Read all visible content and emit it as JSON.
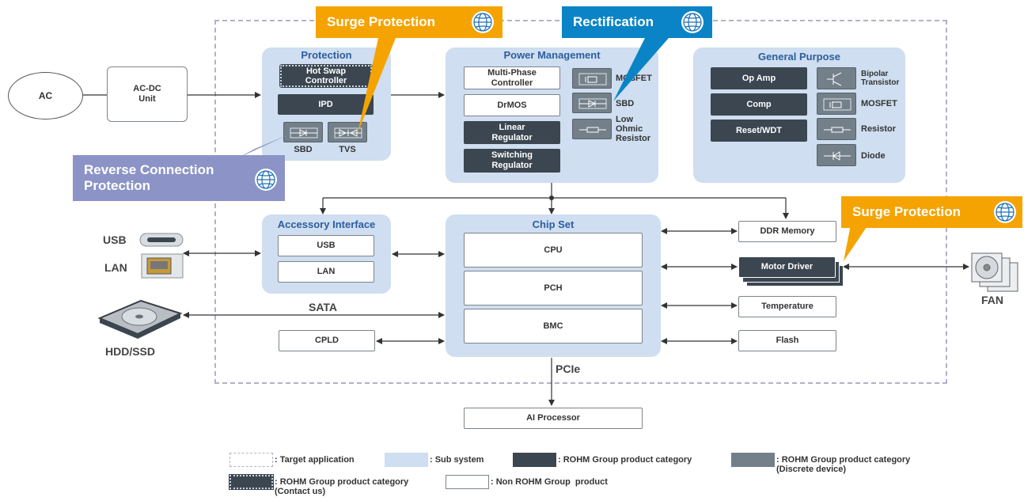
{
  "external": {
    "ac": "AC",
    "acdc": "AC-DC\nUnit",
    "usb": "USB",
    "lan": "LAN",
    "hdd": "HDD/SSD",
    "fan": "FAN",
    "sata": "SATA",
    "pcie": "PCIe"
  },
  "protection": {
    "title": "Protection",
    "hot_swap": "Hot Swap\nController",
    "ipd": "IPD",
    "sbd": "SBD",
    "tvs": "TVS"
  },
  "power": {
    "title": "Power Management",
    "multiphase": "Multi-Phase\nController",
    "drmos": "DrMOS",
    "linear": "Linear\nRegulator",
    "switching": "Switching\nRegulator",
    "mosfet": "MOSFET",
    "sbd": "SBD",
    "resistor": "Low\nOhmic\nResistor"
  },
  "general": {
    "title": "General Purpose",
    "opamp": "Op Amp",
    "comp": "Comp",
    "reset": "Reset/WDT",
    "bipolar": "Bipolar\nTransistor",
    "mosfet": "MOSFET",
    "resistor": "Resistor",
    "diode": "Diode"
  },
  "accessory": {
    "title": "Accessory Interface",
    "usb": "USB",
    "lan": "LAN"
  },
  "chipset": {
    "title": "Chip Set",
    "cpu": "CPU",
    "pch": "PCH",
    "bmc": "BMC"
  },
  "peripherals": {
    "ddr": "DDR Memory",
    "motor": "Motor Driver",
    "temperature": "Temperature",
    "flash": "Flash",
    "cpld": "CPLD",
    "ai": "AI Processor"
  },
  "callouts": {
    "surge1": "Surge Protection",
    "rect": "Rectification",
    "reverse": "Reverse Connection\nProtection",
    "surge2": "Surge Protection"
  },
  "legend": {
    "target": ": Target application",
    "sub": ": Sub system",
    "rohm": ": ROHM Group product category",
    "discrete": ": ROHM Group product category\n(Discrete device)",
    "contact": ": ROHM Group product category\n(Contact us)",
    "non": ": Non ROHM Group  product"
  },
  "colors": {
    "orange": "#f5a300",
    "blue": "#0a84c6",
    "purple": "#8c93c6",
    "subsystem": "#cfdef0",
    "rohm": "#3b4650",
    "discrete": "#737f89"
  }
}
